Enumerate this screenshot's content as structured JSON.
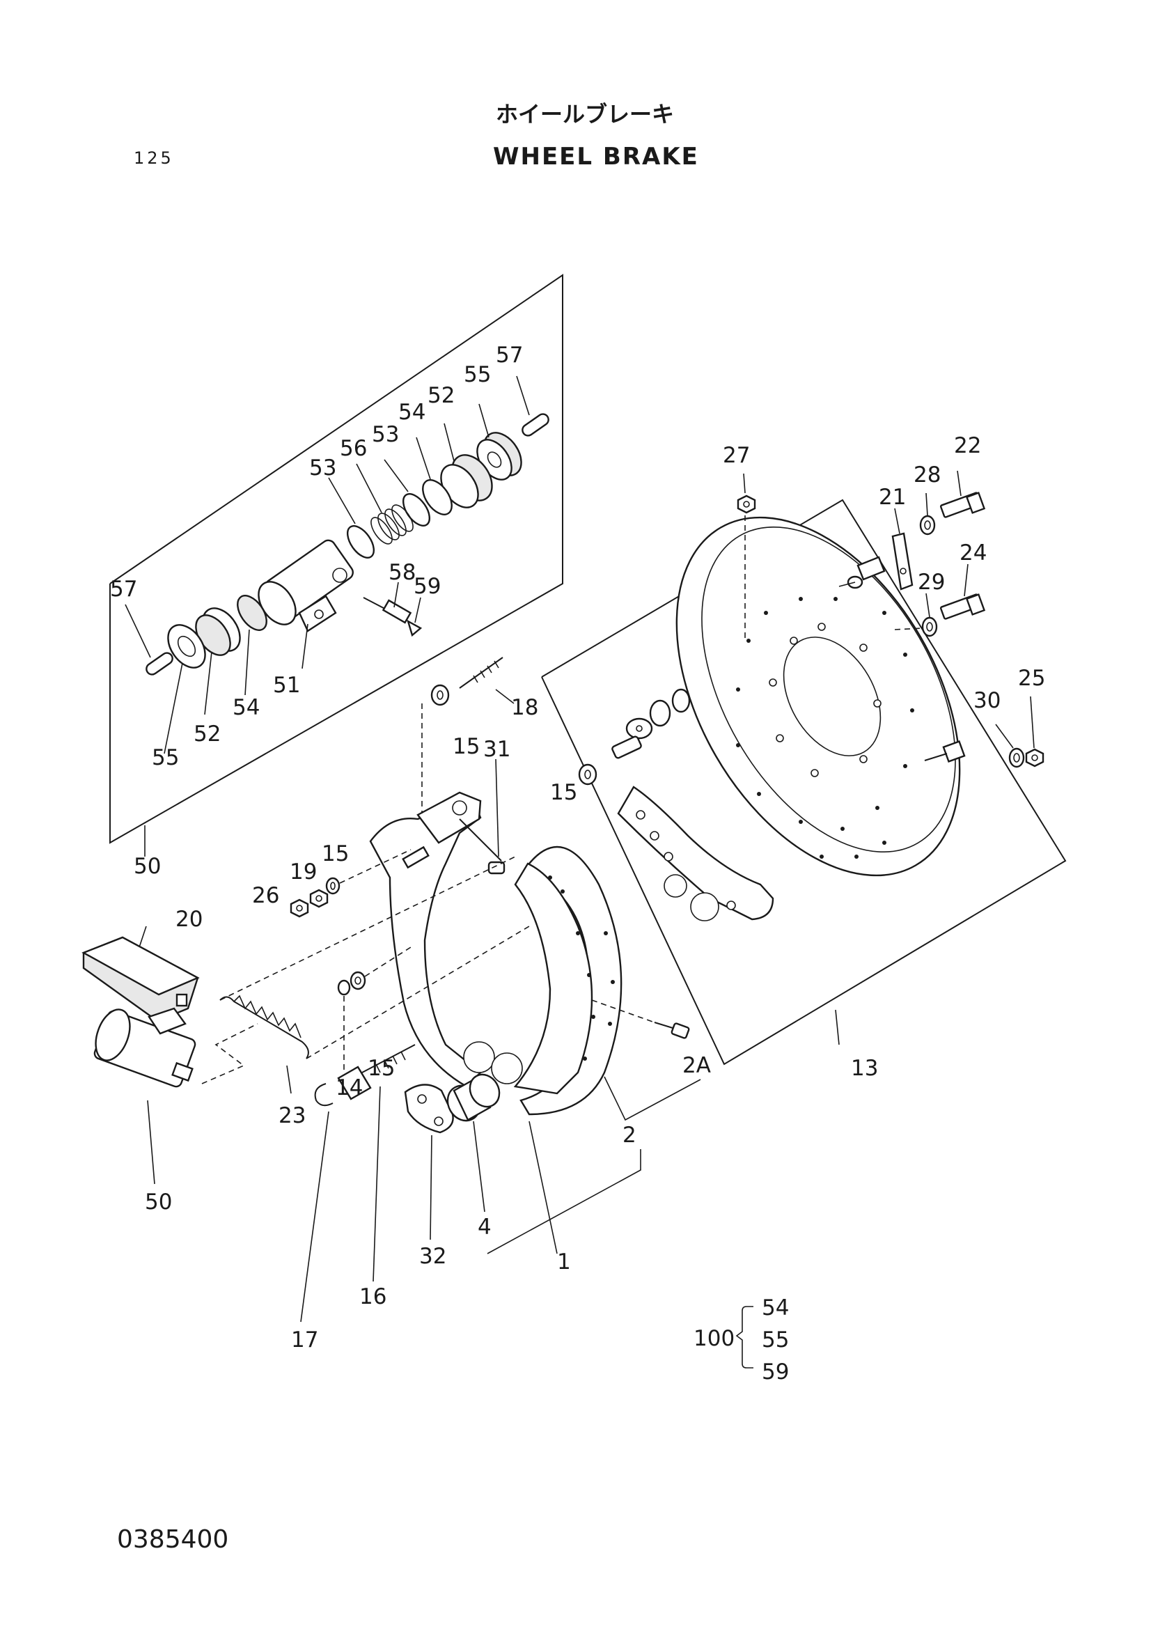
{
  "header": {
    "page_number": "125",
    "title_jp": "ホイールブレーキ",
    "title_en": "WHEEL BRAKE"
  },
  "footer": {
    "drawing_number": "0385400"
  },
  "callouts": {
    "c57a": "57",
    "c55a": "55",
    "c52a": "52",
    "c54a": "54",
    "c53a": "53",
    "c56": "56",
    "c53b": "53",
    "c58": "58",
    "c59": "59",
    "c51": "51",
    "c57b": "57",
    "c55b": "55",
    "c52b": "52",
    "c54b": "54",
    "c50a": "50",
    "c18": "18",
    "c15a": "15",
    "c31": "31",
    "c15b": "15",
    "c15c": "15",
    "c19": "19",
    "c26": "26",
    "c20": "20",
    "c23": "23",
    "c14": "14",
    "c15d": "15",
    "c50b": "50",
    "c16": "16",
    "c17": "17",
    "c32": "32",
    "c4": "4",
    "c1": "1",
    "c2": "2",
    "c2a": "2A",
    "c13": "13",
    "c27": "27",
    "c21": "21",
    "c28": "28",
    "c22": "22",
    "c29": "29",
    "c24": "24",
    "c30": "30",
    "c25": "25"
  },
  "kit": {
    "label": "100",
    "items": [
      "54",
      "55",
      "59"
    ]
  }
}
